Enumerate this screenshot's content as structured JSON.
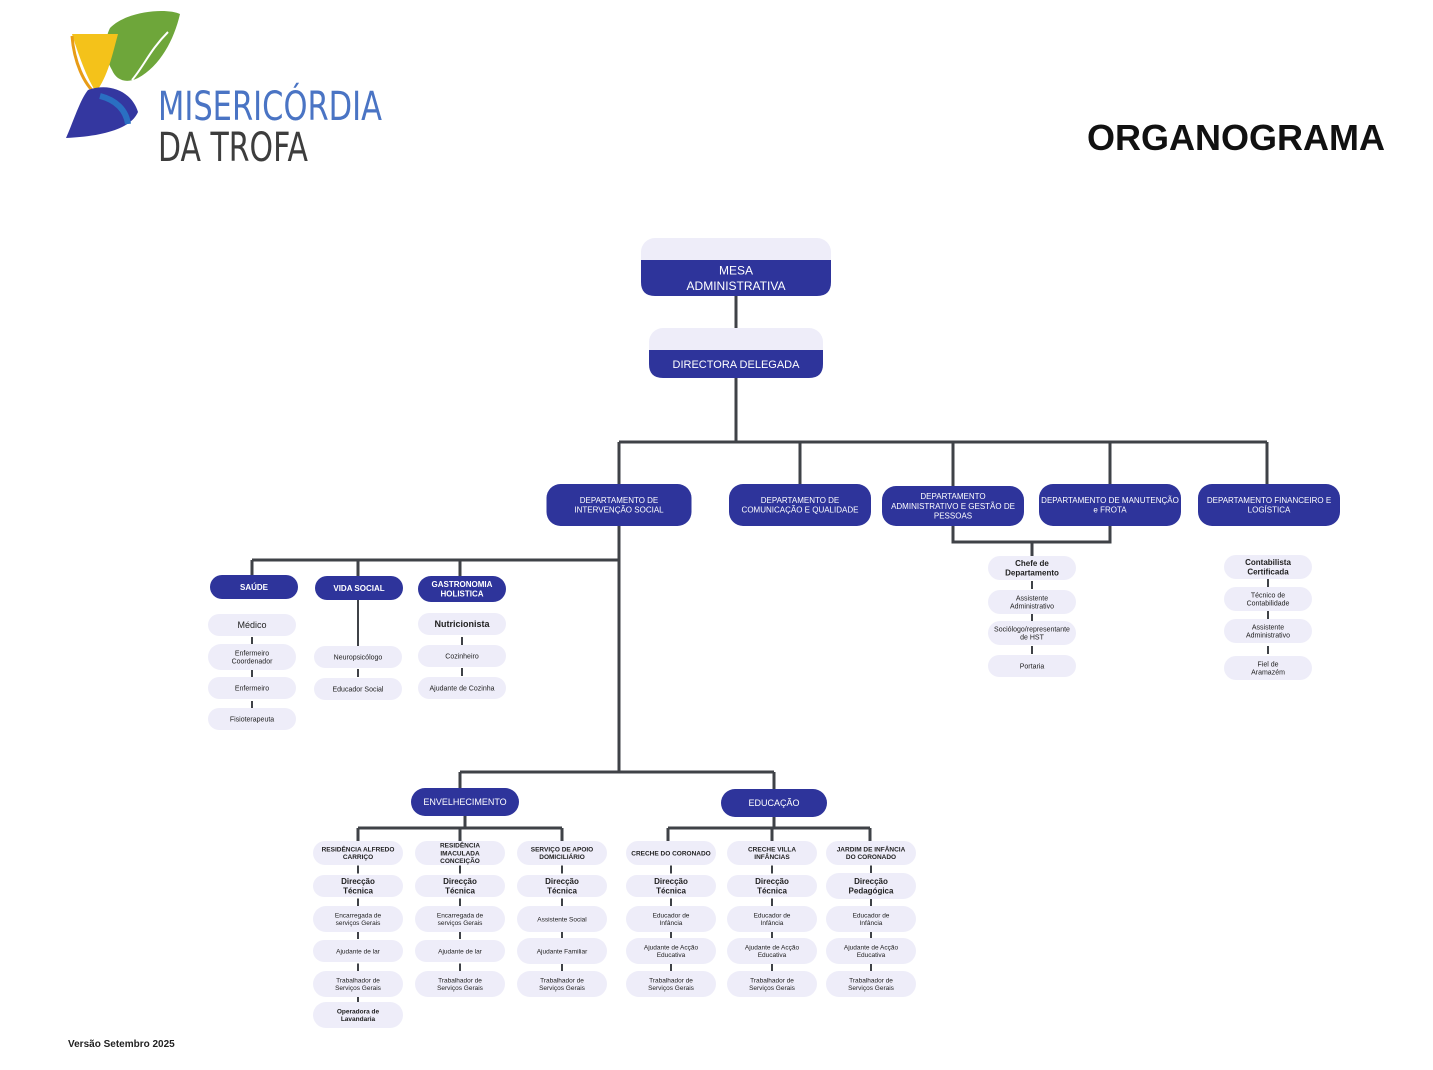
{
  "logo": {
    "line1": "MISERICÓRDIA",
    "line2": "DA TROFA"
  },
  "page_title": "ORGANOGRAMA",
  "version": "Versão Setembro 2025",
  "colors": {
    "navy": "#2e349b",
    "light": "#eeedf9",
    "line": "#3f4247",
    "logo_blue": "#4a74c4",
    "logo_dark": "#3d3d3d"
  },
  "top": {
    "mesa": "MESA ADMINISTRATIVA",
    "directora": "DIRECTORA DELEGADA"
  },
  "departments": {
    "intervencao": "DEPARTAMENTO DE INTERVENÇÃO SOCIAL",
    "comunicacao": "DEPARTAMENTO DE COMUNICAÇÃO E QUALIDADE",
    "administrativo": "DEPARTAMENTO ADMINISTRATIVO E GESTÃO DE PESSOAS",
    "manutencao": "DEPARTAMENTO DE MANUTENÇÃO e FROTA",
    "financeiro": "DEPARTAMENTO FINANCEIRO E LOGÍSTICA"
  },
  "areas": {
    "saude": {
      "label": "SAÚDE",
      "items": [
        "Médico",
        "Enfermeiro Coordenador",
        "Enfermeiro",
        "Fisioterapeuta"
      ]
    },
    "vida_social": {
      "label": "VIDA SOCIAL",
      "items": [
        "Neuropsicólogo",
        "Educador Social"
      ]
    },
    "gastronomia": {
      "label": "GASTRONOMIA HOLISTICA",
      "items": [
        "Nutricionista",
        "Cozinheiro",
        "Ajudante de Cozinha"
      ]
    }
  },
  "adm_manut_staff": [
    "Chefe de Departamento",
    "Assistente Administrativo",
    "Sociólogo/representante de HST",
    "Portaria"
  ],
  "financeiro_staff": [
    "Contabilista Certificada",
    "Técnico de Contabilidade",
    "Assistente Administrativo",
    "Fiel de Aramazém"
  ],
  "envelhecimento": {
    "label": "ENVELHECIMENTO",
    "units": [
      {
        "name": "RESIDÊNCIA ALFREDO CARRIÇO",
        "items": [
          "Direcção Técnica",
          "Encarregada de serviços Gerais",
          "Ajudante de lar",
          "Trabalhador de Serviços Gerais",
          "Operadora de Lavandaria"
        ]
      },
      {
        "name": "RESIDÊNCIA IMACULADA CONCEIÇÃO",
        "items": [
          "Direcção Técnica",
          "Encarregada de serviços Gerais",
          "Ajudante de lar",
          "Trabalhador de Serviços Gerais"
        ]
      },
      {
        "name": "SERVIÇO DE APOIO DOMICILIÁRIO",
        "items": [
          "Direcção Técnica",
          "Assistente Social",
          "Ajudante Familiar",
          "Trabalhador de Serviços Gerais"
        ]
      }
    ]
  },
  "educacao": {
    "label": "EDUCAÇÃO",
    "units": [
      {
        "name": "CRECHE DO CORONADO",
        "items": [
          "Direcção Técnica",
          "Educador de Infância",
          "Ajudante de Acção Educativa",
          "Trabalhador de Serviços Gerais"
        ]
      },
      {
        "name": "CRECHE VILLA INFÂNCIAS",
        "items": [
          "Direcção Técnica",
          "Educador de Infância",
          "Ajudante de Acção Educativa",
          "Trabalhador de Serviços Gerais"
        ]
      },
      {
        "name": "JARDIM DE INFÂNCIA DO CORONADO",
        "items": [
          "Direcção Pedagógica",
          "Educador de Infância",
          "Ajudante de Acção Educativa",
          "Trabalhador de Serviços Gerais"
        ]
      }
    ]
  }
}
